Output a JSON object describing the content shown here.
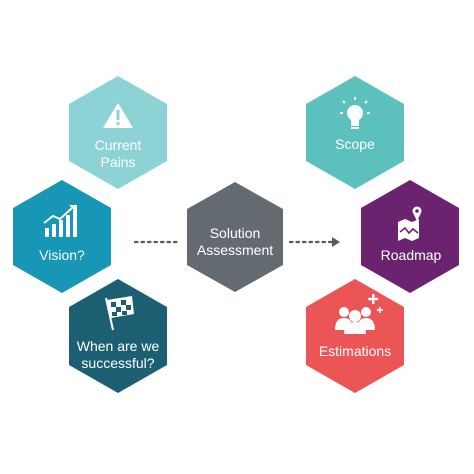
{
  "colors": {
    "current_pains": "#8dd3d6",
    "vision": "#1796b6",
    "when_successful": "#1c5f72",
    "solution_assessment": "#636b70",
    "scope": "#5cc0bc",
    "roadmap": "#6b2370",
    "estimations": "#ec5555",
    "arrow": "#555b60"
  },
  "left": {
    "current_pains": {
      "line1": "Current",
      "line2": "Pains",
      "icon": "warning-icon"
    },
    "vision": {
      "label": "Vision?",
      "icon": "growth-chart-icon"
    },
    "when_successful": {
      "line1": "When are we",
      "line2": "successful?",
      "icon": "checkered-flag-icon"
    }
  },
  "center": {
    "line1": "Solution",
    "line2": "Assessment"
  },
  "right": {
    "scope": {
      "label": "Scope",
      "icon": "lightbulb-icon"
    },
    "roadmap": {
      "label": "Roadmap",
      "icon": "map-pin-icon"
    },
    "estimations": {
      "label": "Estimations",
      "icon": "team-add-icon"
    }
  }
}
